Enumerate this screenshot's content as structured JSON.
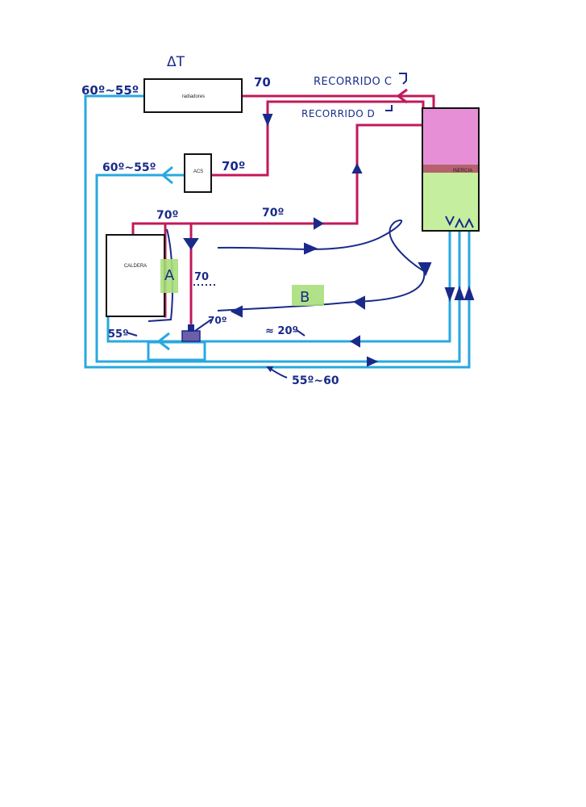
{
  "colors": {
    "hot_pipe": "#c2185b",
    "cold_pipe": "#29a8e0",
    "ink": "#1a2a8a",
    "highlight": "#a8df7a",
    "tank_top": "#e78fd6",
    "tank_bottom": "#c5ef9e",
    "paper": "#ffffff"
  },
  "boxes": {
    "radiadores": "radiadores",
    "acs": "ACS",
    "caldera": "CALDERA",
    "inercia": "INERCIA"
  },
  "labels": {
    "delta_t": "ΔT",
    "temp_60_55_top": "60º~55º",
    "temp_70_radiadores": "70",
    "recorrido_c": "RECORRIDO C",
    "recorrido_d": "RECORRIDO D",
    "temp_60_55_acs": "60º~55º",
    "temp_70_acs": "70º",
    "temp_70_left": "70º",
    "temp_70_mid": "70º",
    "loop_a": "A",
    "loop_b": "B",
    "temp_70_side": "70",
    "temp_70_valve": "70º",
    "temp_55": "55º",
    "temp_20": "≈ 20º",
    "temp_55_60_bottom": "55º~60"
  }
}
